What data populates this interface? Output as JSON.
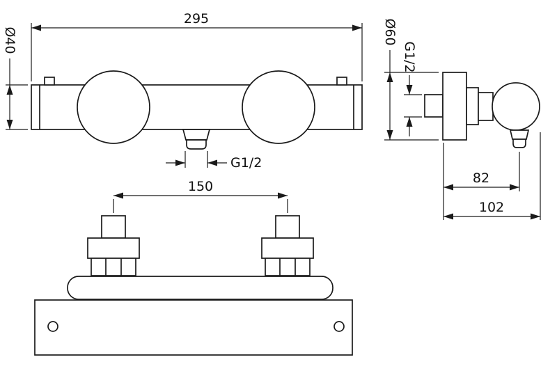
{
  "drawing": {
    "background": "#ffffff",
    "line_color": "#1a1a1a",
    "front_view": {
      "width": "295",
      "body_diameter": "Ø40",
      "outlet_thread": "G1/2"
    },
    "side_view": {
      "flange_diameter": "Ø60",
      "inlet_thread": "G1/2",
      "wall_to_outlet": "82",
      "total_depth": "102"
    },
    "plan_view": {
      "inlet_centres": "150"
    }
  }
}
